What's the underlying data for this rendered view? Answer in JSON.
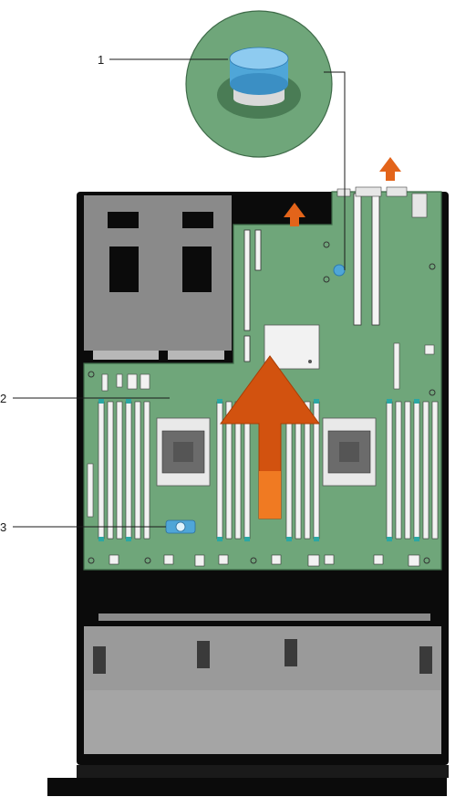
{
  "figure": {
    "callouts": [
      {
        "number": "1",
        "target": "release-pin"
      },
      {
        "number": "2",
        "target": "system-board"
      },
      {
        "number": "3",
        "target": "system-board-holder"
      }
    ]
  },
  "colors": {
    "board": "#6fa67a",
    "board_dark": "#4a7c55",
    "chassis": "#0b0b0b",
    "gray_panel": "#8c8c8c",
    "arrow": "#d2520f",
    "release_pin": "#4fa6d8",
    "dimm_slot": "#f2f2f2",
    "dimm_latch": "#2ca7a3"
  },
  "icons": [
    "release-pin-icon",
    "up-arrow-icon",
    "system-board-holder-icon"
  ]
}
